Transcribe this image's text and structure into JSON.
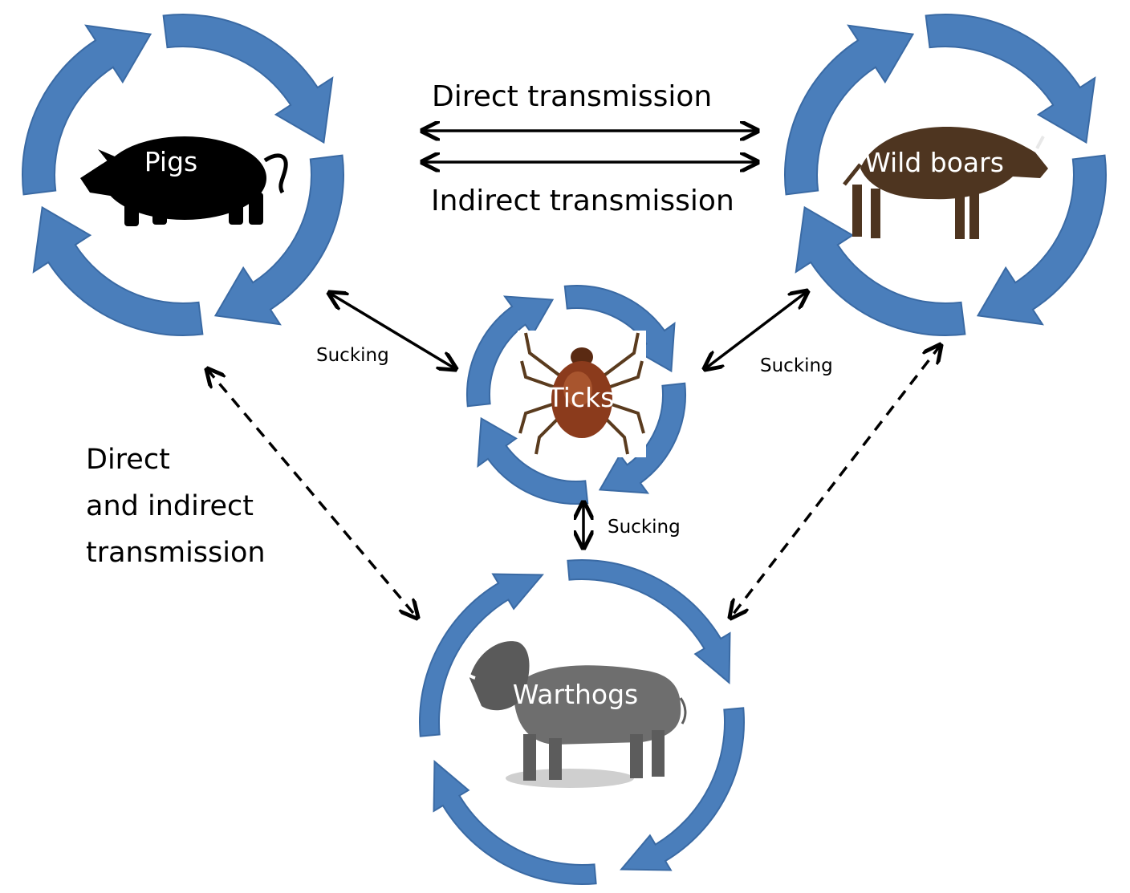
{
  "colors": {
    "cycle_fill": "#4a7ebb",
    "cycle_stroke": "#3a6aa4",
    "arrow": "#000000",
    "pig": "#000000",
    "wild_boar": "#4e3520",
    "tick_body": "#8b3b1c",
    "warthog": "#6e6e6e"
  },
  "hosts": {
    "pigs": {
      "label": "Pigs",
      "icon": "pig-silhouette-icon"
    },
    "wild_boars": {
      "label": "Wild boars",
      "icon": "wild-boar-icon"
    },
    "ticks": {
      "label": "Ticks",
      "icon": "tick-icon"
    },
    "warthogs": {
      "label": "Warthogs",
      "icon": "warthog-icon"
    }
  },
  "links": {
    "direct_transmission": "Direct transmission",
    "indirect_transmission": "Indirect transmission",
    "sucking_pigs_ticks": "Sucking",
    "sucking_boars_ticks": "Sucking",
    "sucking_ticks_warthogs": "Sucking",
    "direct_indirect_line1": "Direct",
    "direct_indirect_line2": "and indirect",
    "direct_indirect_line3": "transmission"
  }
}
